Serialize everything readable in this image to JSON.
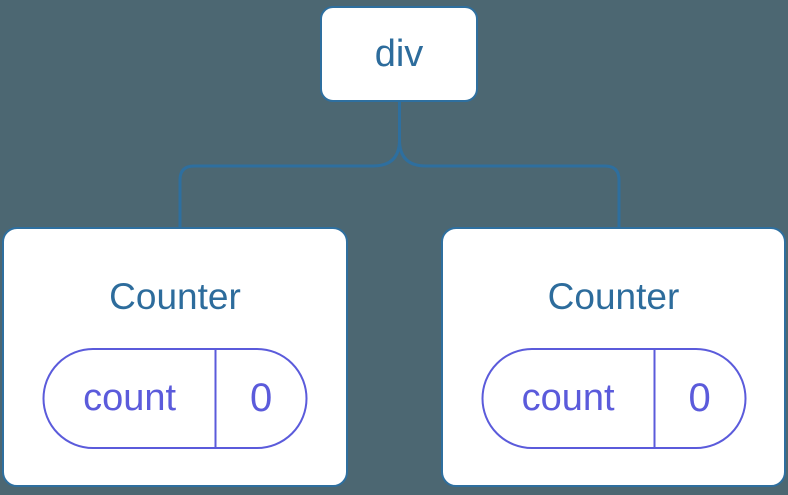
{
  "diagram": {
    "kind": "component-tree",
    "root": {
      "label": "div"
    },
    "children": [
      {
        "title": "Counter",
        "state": {
          "key": "count",
          "value": "0"
        }
      },
      {
        "title": "Counter",
        "state": {
          "key": "count",
          "value": "0"
        }
      }
    ]
  },
  "colors": {
    "background": "#4C6772",
    "node_blue": "#2E6F9F",
    "text_blue": "#2D6C9C",
    "pill_purple": "#5B5BDB",
    "card_bg": "#FFFFFF"
  }
}
